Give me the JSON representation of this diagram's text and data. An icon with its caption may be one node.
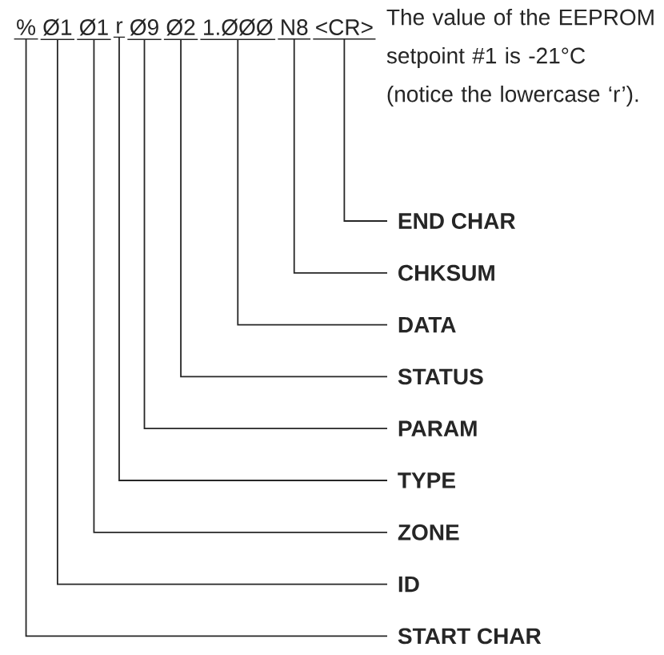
{
  "diagram": {
    "nodes": [
      {
        "text": [
          "%"
        ]
      },
      {
        "text": [
          "Ø1"
        ]
      },
      {
        "text": [
          "Ø1"
        ]
      },
      {
        "text": [
          "r"
        ]
      },
      {
        "text": [
          "Ø9"
        ]
      },
      {
        "text": [
          "Ø2"
        ]
      },
      {
        "text": [
          "1.ØØØ"
        ]
      },
      {
        "text": [
          "N8"
        ]
      },
      {
        "text": [
          "<CR>"
        ]
      },
      {
        "text": [
          "END CHAR"
        ]
      },
      {
        "text": [
          "CHKSUM"
        ]
      },
      {
        "text": [
          "DATA"
        ]
      },
      {
        "text": [
          "STATUS"
        ]
      },
      {
        "text": [
          "PARAM"
        ]
      },
      {
        "text": [
          "TYPE"
        ]
      },
      {
        "text": [
          "ZONE"
        ]
      },
      {
        "text": [
          "ID"
        ]
      },
      {
        "text": [
          "START CHAR"
        ]
      }
    ],
    "edges": [
      {
        "from": 8,
        "to": 9,
        "arrow": "none"
      },
      {
        "from": 7,
        "to": 10,
        "arrow": "none"
      },
      {
        "from": 6,
        "to": 11,
        "arrow": "none"
      },
      {
        "from": 5,
        "to": 12,
        "arrow": "none"
      },
      {
        "from": 4,
        "to": 13,
        "arrow": "none"
      },
      {
        "from": 3,
        "to": 14,
        "arrow": "none"
      },
      {
        "from": 2,
        "to": 15,
        "arrow": "none"
      },
      {
        "from": 1,
        "to": 16,
        "arrow": "none"
      },
      {
        "from": 0,
        "to": 17,
        "arrow": "none"
      }
    ],
    "labels": [
      "The value of the EEPROM setpoint #1 is -21°C (notice the lowercase ‘r’)."
    ]
  }
}
